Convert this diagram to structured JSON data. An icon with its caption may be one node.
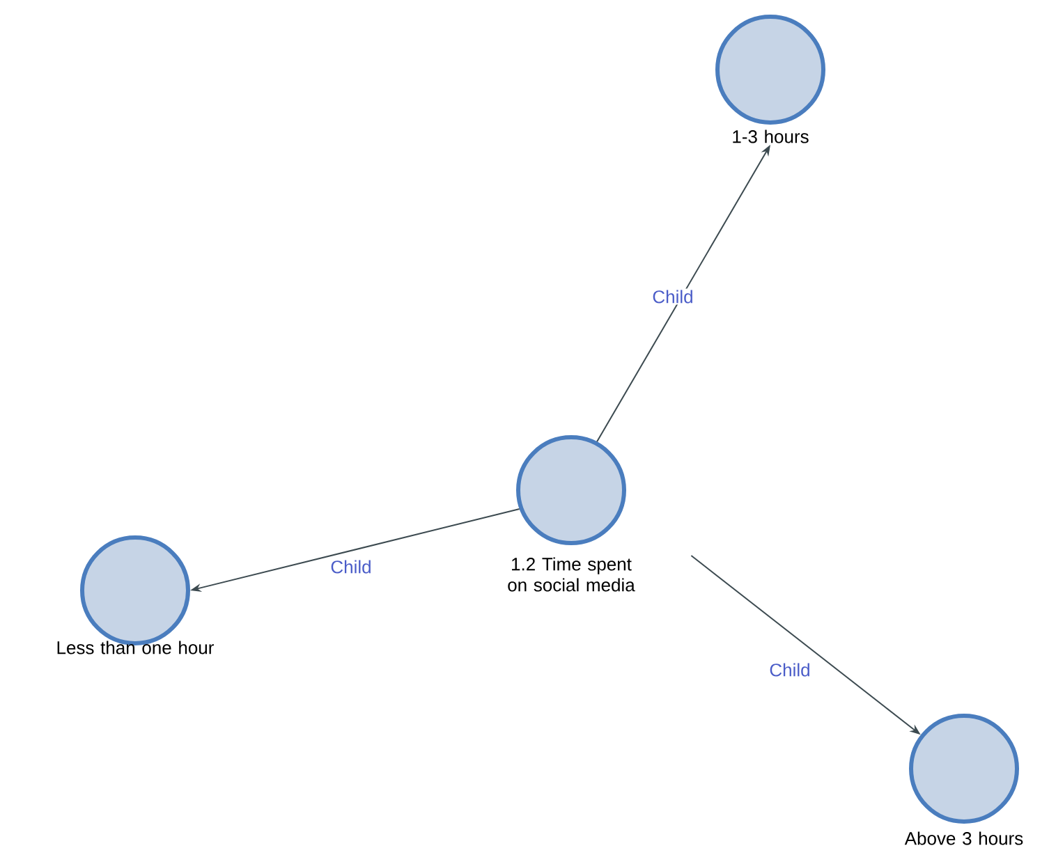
{
  "diagram": {
    "nodes": [
      {
        "text": [
          "1.2 Time spent on social media"
        ]
      },
      {
        "text": [
          "1-3 hours"
        ]
      },
      {
        "text": [
          "Less than one hour"
        ]
      },
      {
        "text": [
          "Above 3 hours"
        ]
      }
    ],
    "edges": [
      {
        "from": 0,
        "to": 1,
        "arrow": "to",
        "label": "Child"
      },
      {
        "from": 0,
        "to": 2,
        "arrow": "to",
        "label": "Child"
      },
      {
        "from": 0,
        "to": 3,
        "arrow": "to",
        "label": "Child"
      }
    ]
  }
}
